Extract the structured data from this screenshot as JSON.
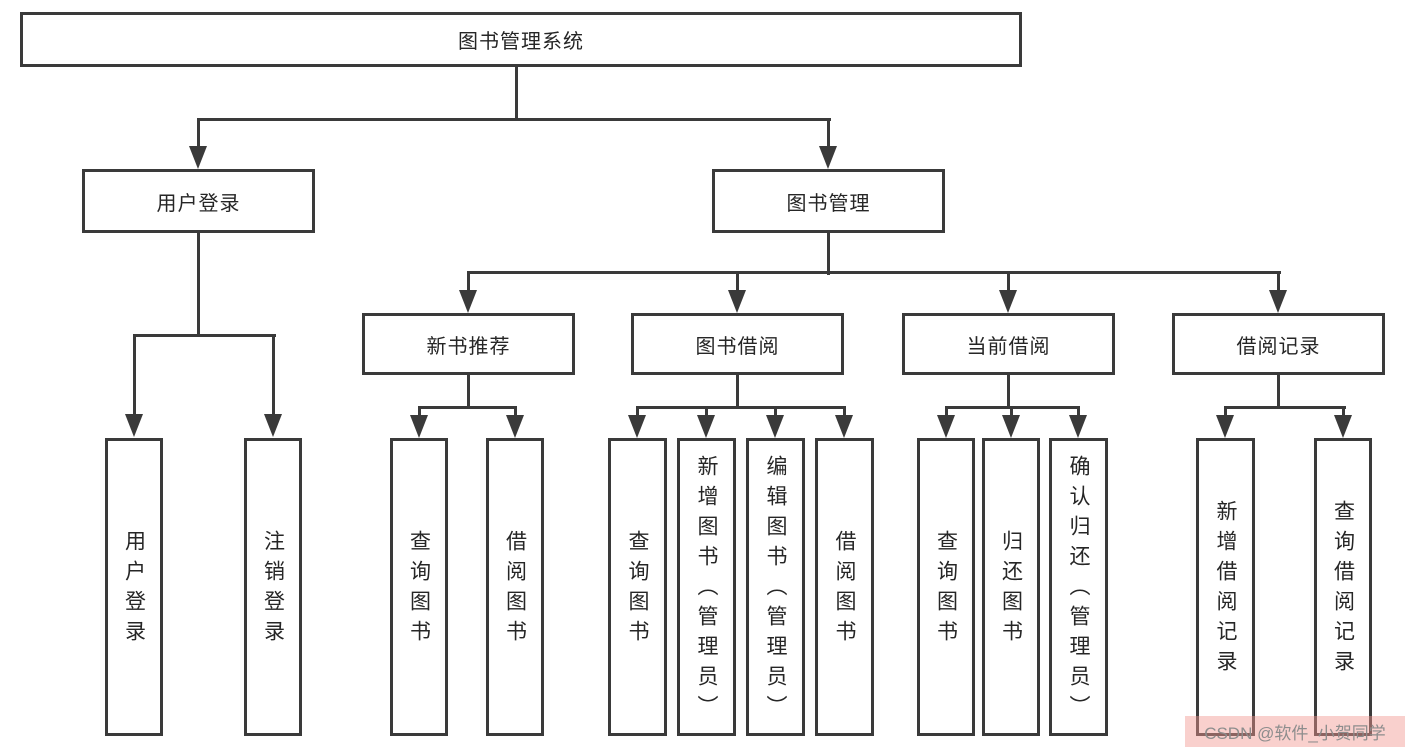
{
  "diagram": {
    "title": "图书管理系统",
    "root": {
      "label": "图书管理系统"
    },
    "level1": {
      "user_login": {
        "label": "用户登录"
      },
      "book_management": {
        "label": "图书管理"
      }
    },
    "user_login_children": {
      "login": {
        "label": "用户登录"
      },
      "logout": {
        "label": "注销登录"
      }
    },
    "level2": {
      "new_book_recommend": {
        "label": "新书推荐"
      },
      "book_borrow": {
        "label": "图书借阅"
      },
      "current_borrow": {
        "label": "当前借阅"
      },
      "borrow_records": {
        "label": "借阅记录"
      }
    },
    "new_book_recommend_children": {
      "query_books": {
        "label": "查询图书"
      },
      "borrow_books": {
        "label": "借阅图书"
      }
    },
    "book_borrow_children": {
      "query_books": {
        "label": "查询图书"
      },
      "add_books_admin": {
        "label": "新增图书（管理员）"
      },
      "edit_books_admin": {
        "label": "编辑图书（管理员）"
      },
      "borrow_books": {
        "label": "借阅图书"
      }
    },
    "current_borrow_children": {
      "query_books": {
        "label": "查询图书"
      },
      "return_books": {
        "label": "归还图书"
      },
      "confirm_return_admin": {
        "label": "确认归还（管理员）"
      }
    },
    "borrow_records_children": {
      "add_borrow_record": {
        "label": "新增借阅记录"
      },
      "query_borrow_record": {
        "label": "查询借阅记录"
      }
    }
  },
  "watermark": {
    "text": "CSDN @软件_小贺同学"
  },
  "colors": {
    "line": "#3a3a3a",
    "text": "#262626",
    "watermark_background": "#f6c2be",
    "watermark_text": "#8d8d8d"
  }
}
